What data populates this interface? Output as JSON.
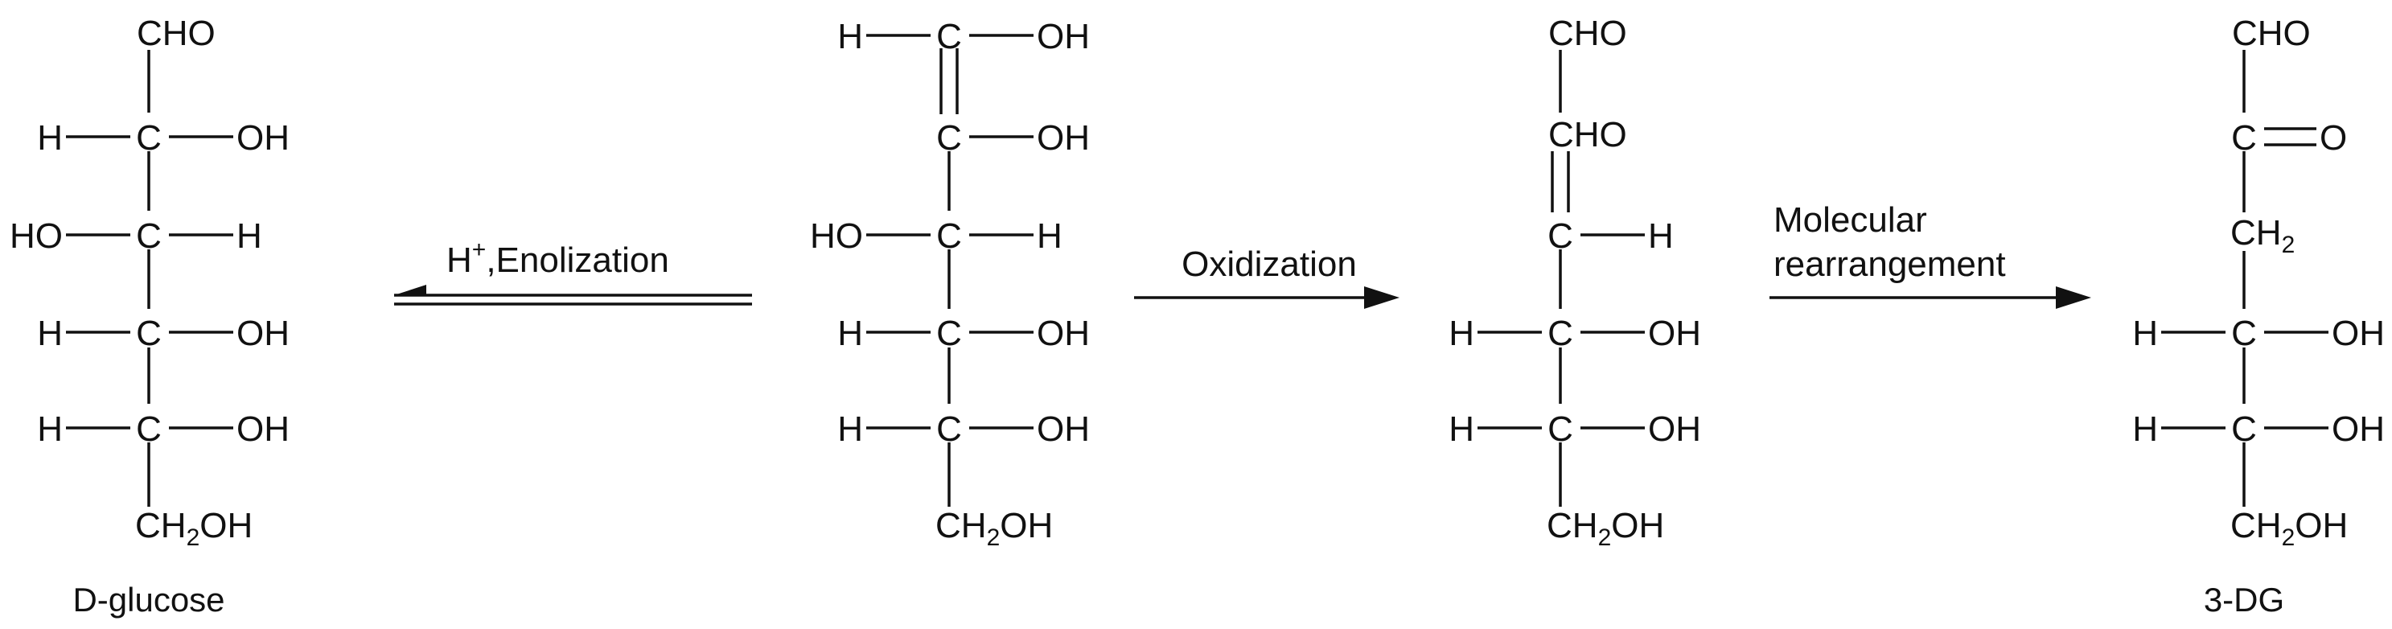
{
  "molecules": [
    {
      "caption": "D-glucose",
      "rows": [
        {
          "center": "CHO"
        },
        {
          "left": "H",
          "center": "C",
          "right": "OH"
        },
        {
          "left": "HO",
          "center": "C",
          "right": "H"
        },
        {
          "left": "H",
          "center": "C",
          "right": "OH"
        },
        {
          "left": "H",
          "center": "C",
          "right": "OH"
        },
        {
          "center_main": "CH",
          "center_sub": "2",
          "center_tail": "OH"
        }
      ]
    },
    {
      "caption": "",
      "rows": [
        {
          "left": "H",
          "center": "C",
          "right": "OH"
        },
        {
          "center": "C",
          "right": "OH"
        },
        {
          "left": "HO",
          "center": "C",
          "right": "H"
        },
        {
          "left": "H",
          "center": "C",
          "right": "OH"
        },
        {
          "left": "H",
          "center": "C",
          "right": "OH"
        },
        {
          "center_main": "CH",
          "center_sub": "2",
          "center_tail": "OH"
        }
      ]
    },
    {
      "caption": "",
      "rows": [
        {
          "center": "CHO"
        },
        {
          "center": "CHO"
        },
        {
          "center": "C",
          "right": "H"
        },
        {
          "left": "H",
          "center": "C",
          "right": "OH"
        },
        {
          "left": "H",
          "center": "C",
          "right": "OH"
        },
        {
          "center_main": "CH",
          "center_sub": "2",
          "center_tail": "OH"
        }
      ]
    },
    {
      "caption": "3-DG",
      "rows": [
        {
          "center": "CHO"
        },
        {
          "center": "C",
          "right": "O"
        },
        {
          "center_main": "CH",
          "center_sub": "2"
        },
        {
          "left": "H",
          "center": "C",
          "right": "OH"
        },
        {
          "left": "H",
          "center": "C",
          "right": "OH"
        },
        {
          "center_main": "CH",
          "center_sub": "2",
          "center_tail": "OH"
        }
      ]
    }
  ],
  "arrows": [
    {
      "type": "equilibrium",
      "label_main": "H",
      "label_sup": "+",
      "label_tail": ",Enolization"
    },
    {
      "type": "forward",
      "label": "Oxidization"
    },
    {
      "type": "forward",
      "label_line1": "Molecular",
      "label_line2": "rearrangement"
    }
  ]
}
